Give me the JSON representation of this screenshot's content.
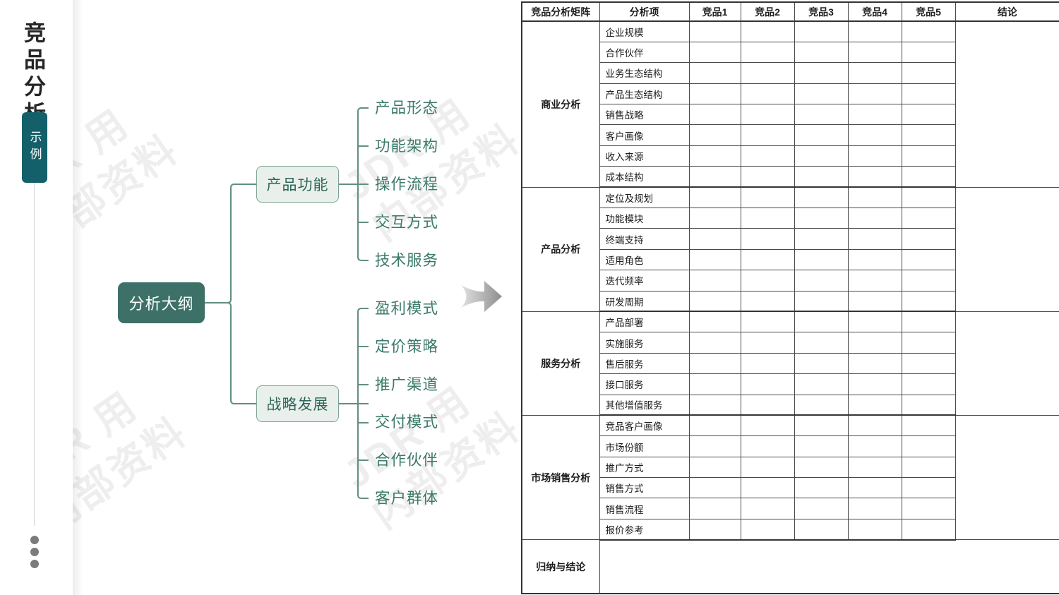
{
  "sidebar": {
    "title": "竞品分析",
    "badge": "示例"
  },
  "watermark": {
    "line1": "JDR 用",
    "line2": "内部资料"
  },
  "mindmap": {
    "root": "分析大纲",
    "branches": [
      {
        "label": "产品功能",
        "children": [
          "产品形态",
          "功能架构",
          "操作流程",
          "交互方式",
          "技术服务"
        ]
      },
      {
        "label": "战略发展",
        "children": [
          "盈利模式",
          "定价策略",
          "推广渠道",
          "交付模式",
          "合作伙伴",
          "客户群体"
        ]
      }
    ]
  },
  "table": {
    "headers": [
      "竞品分析矩阵",
      "分析项",
      "竞品1",
      "竞品2",
      "竞品3",
      "竞品4",
      "竞品5",
      "结论"
    ],
    "competitor_count": 5,
    "groups": [
      {
        "category": "商业分析",
        "items": [
          "企业规模",
          "合作伙伴",
          "业务生态结构",
          "产品生态结构",
          "销售战略",
          "客户画像",
          "收入来源",
          "成本结构"
        ]
      },
      {
        "category": "产品分析",
        "items": [
          "定位及规划",
          "功能模块",
          "终端支持",
          "适用角色",
          "迭代频率",
          "研发周期"
        ]
      },
      {
        "category": "服务分析",
        "items": [
          "产品部署",
          "实施服务",
          "售后服务",
          "接口服务",
          "其他增值服务"
        ]
      },
      {
        "category": "市场销售分析",
        "items": [
          "竞品客户画像",
          "市场份额",
          "推广方式",
          "销售方式",
          "销售流程",
          "报价参考"
        ]
      }
    ],
    "footer_label": "归纳与结论",
    "cell_values": ""
  },
  "colors": {
    "badge_teal": "#14606a",
    "root_node_teal": "#3d7168",
    "branch_fill": "#e9f0eb",
    "branch_border": "#7da295",
    "leaf_text": "#3b7a6a",
    "connector": "#628e81",
    "table_border": "#343434"
  }
}
